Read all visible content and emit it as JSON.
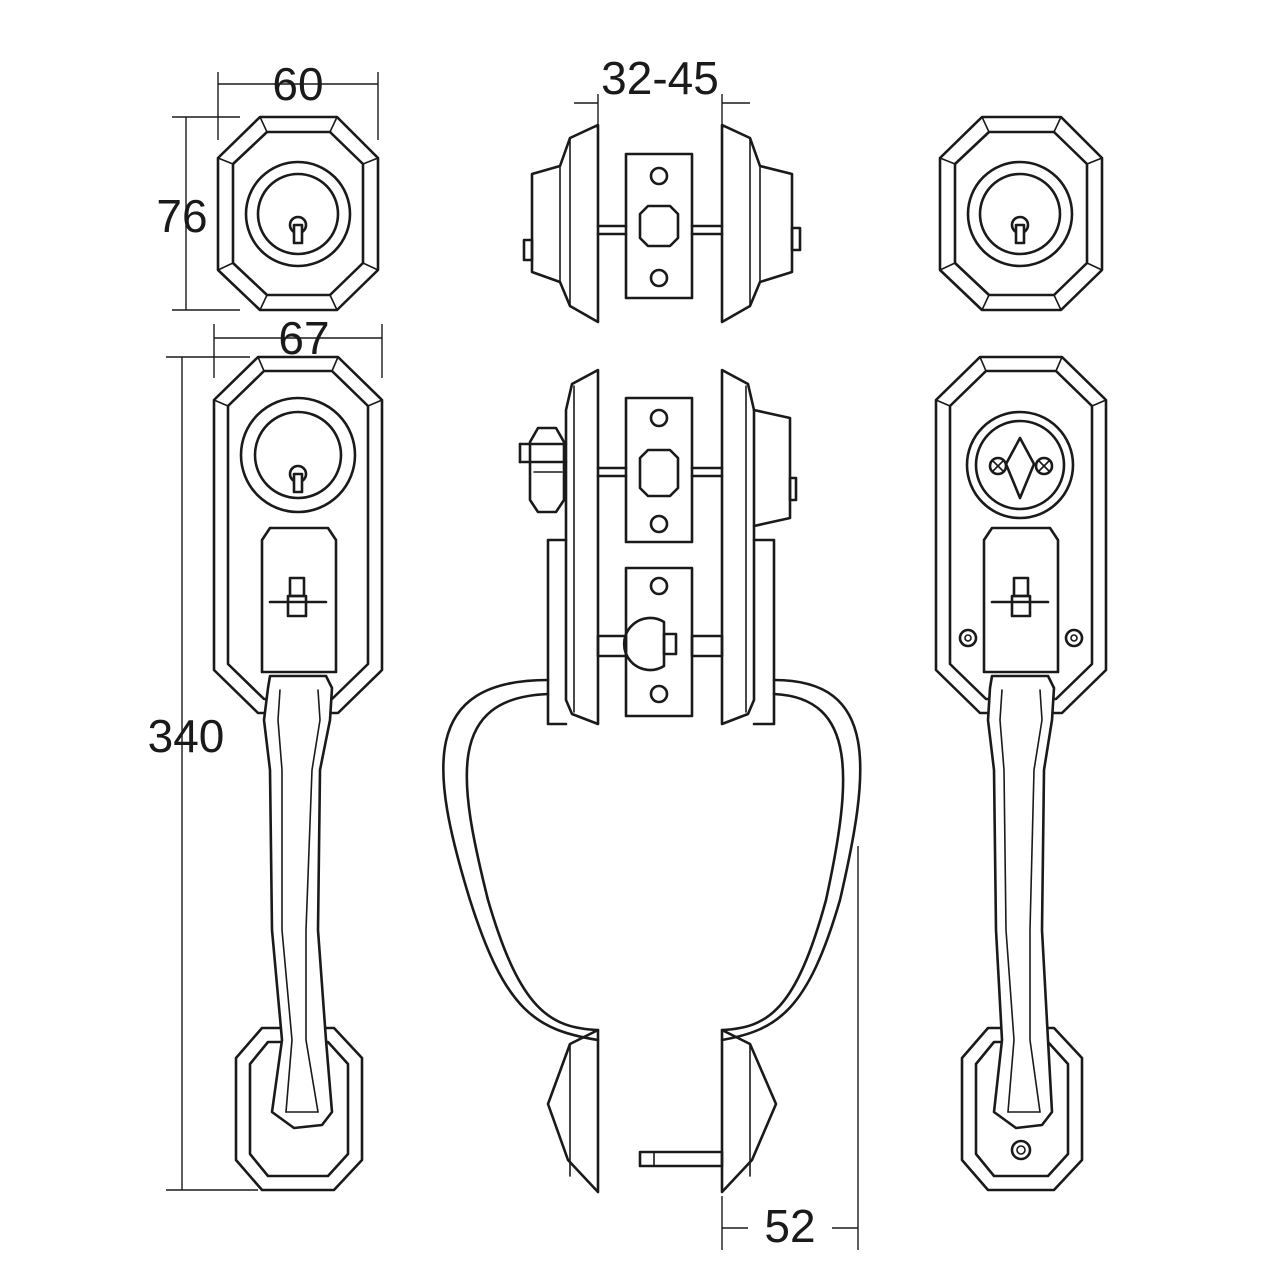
{
  "dimensions": {
    "width_top": "60",
    "height_top": "76",
    "width_handle": "67",
    "height_handle": "340",
    "door_thickness": "32-45",
    "handle_projection": "52"
  },
  "colors": {
    "line": "#1a1a1a",
    "background": "#ffffff"
  }
}
